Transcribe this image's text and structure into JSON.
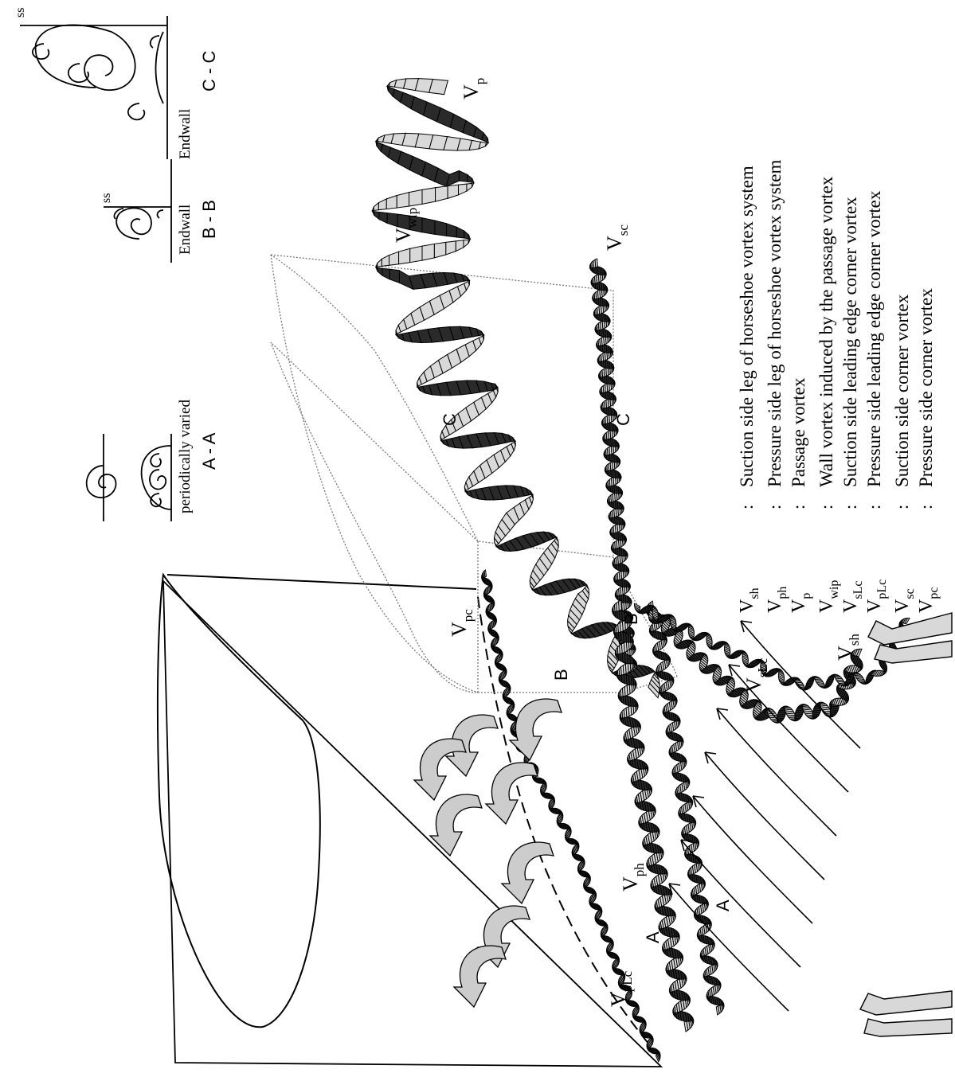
{
  "section_labels": {
    "aa": "A - A",
    "bb": "B - B",
    "cc": "C - C",
    "a": "A",
    "b": "B",
    "c": "C"
  },
  "inset_text": {
    "periodically_varied": "periodically varied",
    "endwall": "Endwall",
    "ss": "ss"
  },
  "vortex_tags": {
    "vp": {
      "base": "V",
      "sub": "p"
    },
    "vwip": {
      "base": "V",
      "sub": "wip"
    },
    "vsc": {
      "base": "V",
      "sub": "sc"
    },
    "vpc": {
      "base": "V",
      "sub": "pc"
    },
    "vslc": {
      "base": "V",
      "sub": "sLc"
    },
    "vsh": {
      "base": "V",
      "sub": "sh"
    },
    "vph": {
      "base": "V",
      "sub": "ph"
    },
    "vplc": {
      "base": "V",
      "sub": "pLc"
    }
  },
  "legend": [
    {
      "symbol": "V",
      "sub": "sh",
      "desc": "Suction side leg of horseshoe vortex system"
    },
    {
      "symbol": "V",
      "sub": "ph",
      "desc": "Pressure side leg of horseshoe vortex system"
    },
    {
      "symbol": "V",
      "sub": "p",
      "desc": "Passage vortex"
    },
    {
      "symbol": "V",
      "sub": "wip",
      "desc": "Wall vortex induced by the passage vortex"
    },
    {
      "symbol": "V",
      "sub": "sLc",
      "desc": "Suction side leading edge corner vortex"
    },
    {
      "symbol": "V",
      "sub": "pLc",
      "desc": "Pressure side leading edge corner vortex"
    },
    {
      "symbol": "V",
      "sub": "sc",
      "desc": "Suction side corner vortex"
    },
    {
      "symbol": "V",
      "sub": "pc",
      "desc": "Pressure side corner vortex"
    }
  ],
  "legend_separator": ":"
}
